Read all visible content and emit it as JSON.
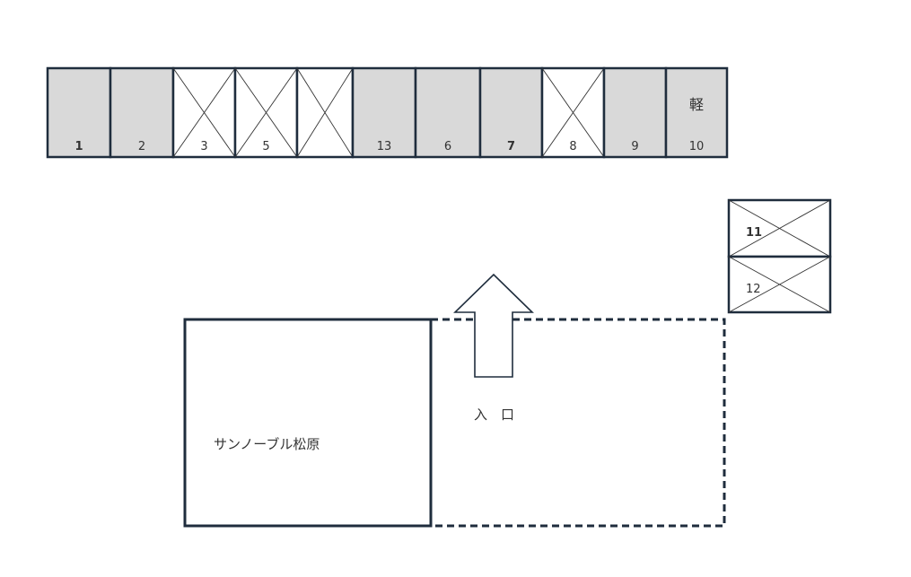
{
  "top_row": [
    {
      "label": "1",
      "state": "occupied",
      "bold": true
    },
    {
      "label": "2",
      "state": "occupied",
      "bold": false
    },
    {
      "label": "3",
      "state": "vacant",
      "bold": false
    },
    {
      "label": "5",
      "state": "vacant",
      "bold": false
    },
    {
      "label": "",
      "state": "vacant",
      "bold": false
    },
    {
      "label": "13",
      "state": "occupied",
      "bold": false
    },
    {
      "label": "6",
      "state": "occupied",
      "bold": false
    },
    {
      "label": "7",
      "state": "occupied",
      "bold": true
    },
    {
      "label": "8",
      "state": "vacant",
      "bold": false
    },
    {
      "label": "9",
      "state": "occupied",
      "bold": false
    },
    {
      "label": "10",
      "state": "occupied",
      "bold": false,
      "note": "軽"
    }
  ],
  "side_column": [
    {
      "label": "11",
      "state": "vacant",
      "bold": true
    },
    {
      "label": "12",
      "state": "vacant",
      "bold": false
    }
  ],
  "building": {
    "name": "サンノーブル松原"
  },
  "entrance": {
    "label": "入　口"
  },
  "colors": {
    "outline": "#1f2d3d",
    "occupied_fill": "#d9d9d9",
    "vacant_fill": "#ffffff",
    "text": "#333333"
  }
}
